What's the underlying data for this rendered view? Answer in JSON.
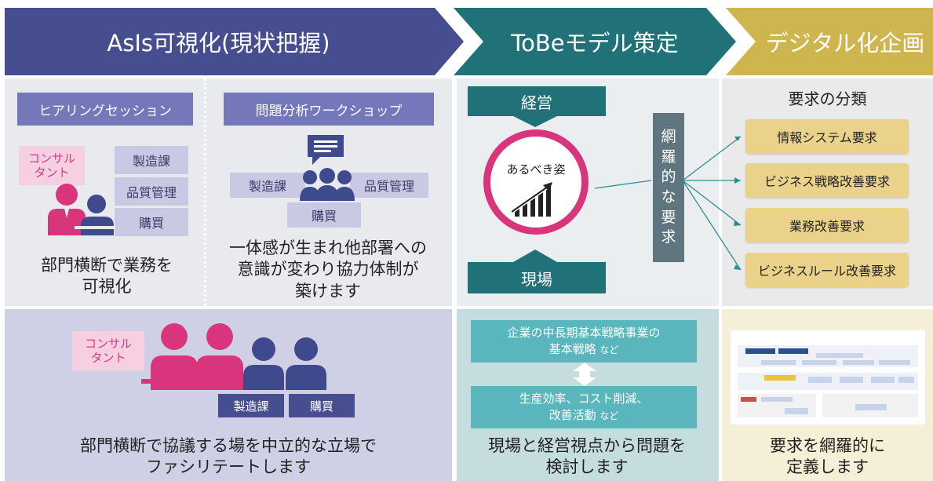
{
  "header": {
    "step1": "AsIs可視化(現状把握)",
    "step2": "ToBeモデル策定",
    "step3": "デジタル化企画"
  },
  "asis": {
    "hearing_title": "ヒアリングセッション",
    "workshop_title": "問題分析ワークショップ",
    "consultant": "コンサル\nタント",
    "dept1": "製造課",
    "dept2": "品質管理",
    "dept3": "購買",
    "hearing_caption_1": "部門横断で業務を",
    "hearing_caption_2": "可視化",
    "workshop_caption_1": "一体感が生まれ他部署への",
    "workshop_caption_2": "意識が変わり協力体制が",
    "workshop_caption_3": "築けます",
    "bottom_consultant": "コンサル\nタント",
    "bottom_dept1": "製造課",
    "bottom_dept2": "購買",
    "bottom_caption_1": "部門横断で協議する場を中立的な立場で",
    "bottom_caption_2": "ファシリテートします"
  },
  "tobe": {
    "management": "経営",
    "field": "現場",
    "ideal": "あるべき姿",
    "comprehensive": [
      "網",
      "羅",
      "的",
      "な",
      "要",
      "求"
    ],
    "box1_line1": "企業の中長期基本戦略事業の",
    "box1_line2": "基本戦略",
    "box1_suffix": "など",
    "box2_line1": "生産効率、コスト削減、",
    "box2_line2": "改善活動",
    "box2_suffix": "など",
    "caption_1": "現場と経営視点から問題を",
    "caption_2": "検討します"
  },
  "digital": {
    "title": "要求の分類",
    "req1": "情報システム要求",
    "req2": "ビジネス戦略改善要求",
    "req3": "業務改善要求",
    "req4": "ビジネスルール改善要求",
    "caption_1": "要求を網羅的に",
    "caption_2": "定義します"
  },
  "colors": {
    "asis": "#464e8f",
    "tobe": "#217178",
    "digital": "#cfb54e",
    "accent_pink": "#d8357d"
  }
}
